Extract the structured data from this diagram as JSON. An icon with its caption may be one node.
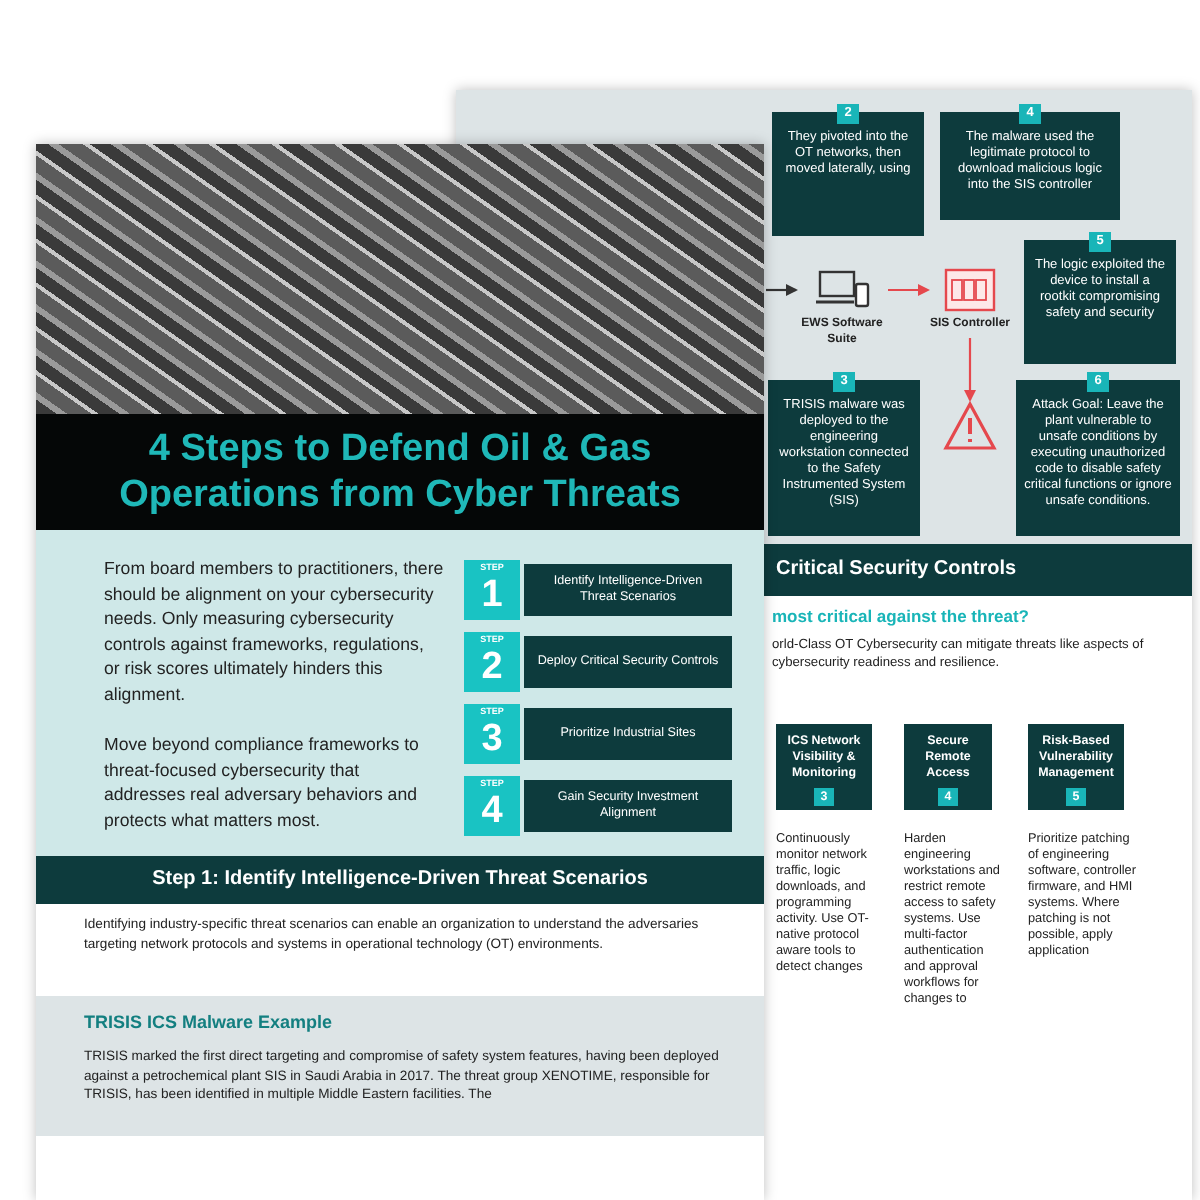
{
  "diagram": {
    "title": "4 Steps to Defend Oil & Gas Operations from Cyber Threats",
    "nodes": [
      {
        "text": [
          "2",
          "They pivoted into the OT networks, then moved laterally, using"
        ]
      },
      {
        "text": [
          "4",
          "The malware used the legitimate protocol to download malicious logic into the SIS controller"
        ]
      },
      {
        "text": [
          "5",
          "The logic exploited the device to install a rootkit compromising safety and security"
        ]
      },
      {
        "text": [],
        "shape": "picture",
        "beside": [
          "EWS Software Suite"
        ]
      },
      {
        "text": [],
        "shape": "picture",
        "beside": [
          "SIS Controller"
        ]
      },
      {
        "text": [
          "3",
          "TRISIS malware was deployed to the engineering workstation connected to the Safety Instrumented System (SIS)"
        ]
      },
      {
        "text": [],
        "shape": "picture"
      },
      {
        "text": [
          "6",
          "Attack Goal: Leave the plant vulnerable to unsafe conditions by executing unauthorized code to disable safety critical functions or ignore unsafe conditions."
        ]
      },
      {
        "text": [
          "STEP",
          "1",
          "Identify Intelligence-Driven Threat Scenarios"
        ]
      },
      {
        "text": [
          "STEP",
          "2",
          "Deploy Critical Security Controls"
        ]
      },
      {
        "text": [
          "STEP",
          "3",
          "Prioritize Industrial Sites"
        ]
      },
      {
        "text": [
          "STEP",
          "4",
          "Gain Security Investment Alignment"
        ]
      },
      {
        "text": [
          "ICS Network Visibility & Monitoring",
          "3"
        ],
        "beside": [
          "Continuously monitor network traffic, logic downloads, and programming activity. Use OT-native protocol aware tools to detect changes"
        ]
      },
      {
        "text": [
          "Secure Remote Access",
          "4"
        ],
        "beside": [
          "Harden engineering workstations and restrict remote access to safety systems. Use multi-factor authentication and approval workflows for changes to"
        ]
      },
      {
        "text": [
          "Risk-Based Vulnerability Management",
          "5"
        ],
        "beside": [
          "Prioritize patching of engineering software, controller firmware, and HMI systems. Where patching is not possible, apply application"
        ]
      }
    ],
    "edges": [
      {
        "from": null,
        "to": 3,
        "arrow": "to",
        "color": "#333333"
      },
      {
        "from": 3,
        "to": 4,
        "arrow": "to"
      },
      {
        "from": 4,
        "to": 6,
        "arrow": "to"
      }
    ],
    "labels": [
      "From board members to practitioners, there should be alignment on your cybersecurity needs. Only measuring cybersecurity controls against frameworks, regulations, or risk scores ultimately hinders this alignment.",
      "Move beyond compliance frameworks to threat-focused cybersecurity that addresses real adversary behaviors and protects what matters most.",
      "Step 1: Identify Intelligence-Driven Threat Scenarios",
      "Identifying industry-specific threat scenarios can enable an organization to understand the adversaries targeting network protocols and systems in operational technology (OT) environments.",
      "TRISIS ICS Malware Example",
      "TRISIS marked the first direct targeting and compromise of safety system features, having been deployed against a petrochemical plant SIS in Saudi Arabia in 2017. The threat group XENOTIME, responsible for TRISIS, has been identified in multiple Middle Eastern facilities. The",
      "Critical Security Controls",
      "most critical against the threat?",
      "orld-Class OT Cybersecurity can mitigate threats like aspects of cybersecurity readiness and resilience."
    ]
  }
}
